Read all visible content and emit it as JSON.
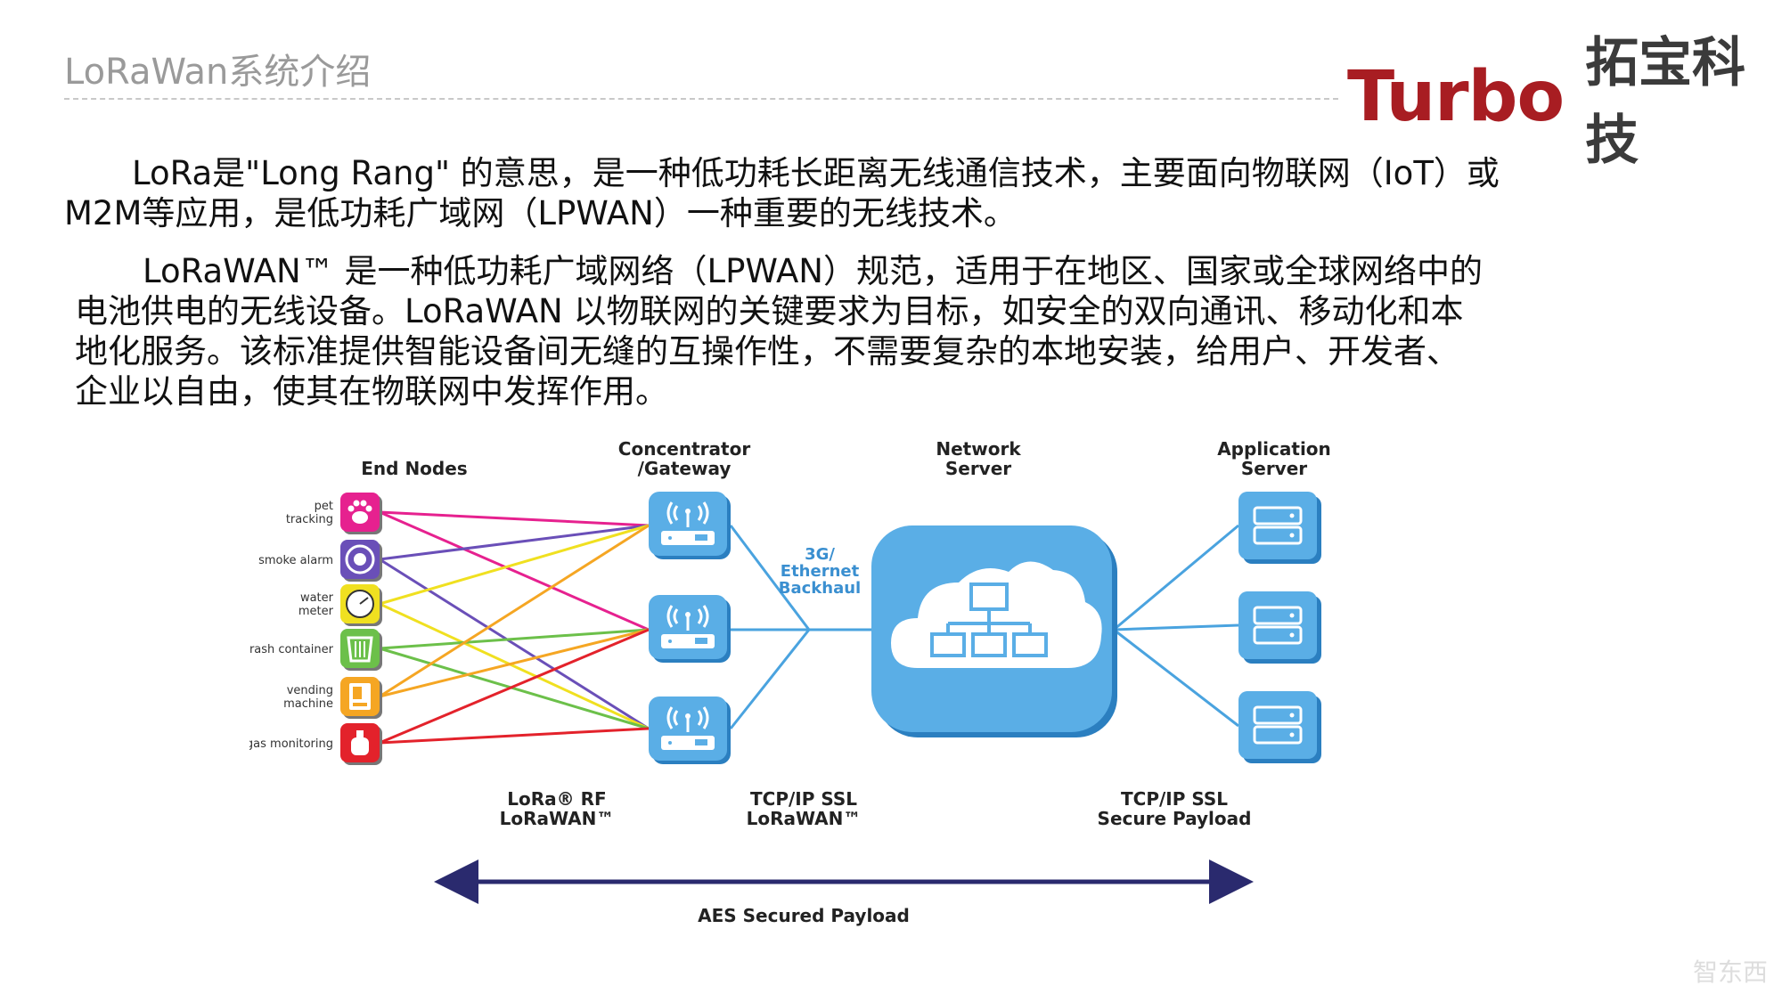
{
  "slide": {
    "title": "LoRaWan系统介绍"
  },
  "logo": {
    "brand_en": "Turbo",
    "brand_cn": "拓宝科技"
  },
  "paragraphs": {
    "p1_l1": "LoRa是\"Long Rang\" 的意思，是一种低功耗长距离无线通信技术，主要面向物联网（IoT）或",
    "p1_l2": "M2M等应用，是低功耗广域网（LPWAN）一种重要的无线技术。",
    "p2_l1": "LoRaWAN™ 是一种低功耗广域网络（LPWAN）规范，适用于在地区、国家或全球网络中的",
    "p2_l2": "电池供电的无线设备。LoRaWAN 以物联网的关键要求为目标，如安全的双向通讯、移动化和本",
    "p2_l3": "地化服务。该标准提供智能设备间无缝的互操作性，不需要复杂的本地安装，给用户、开发者、",
    "p2_l4": "企业以自由，使其在物联网中发挥作用。"
  },
  "diagram": {
    "headers": {
      "end_nodes": "End Nodes",
      "concentrator_l1": "Concentrator",
      "concentrator_l2": "/Gateway",
      "network_l1": "Network",
      "network_l2": "Server",
      "application_l1": "Application",
      "application_l2": "Server"
    },
    "nodes": [
      {
        "label_l1": "pet",
        "label_l2": "tracking",
        "color": "#e6218f",
        "icon": "paw-icon"
      },
      {
        "label_l1": "smoke alarm",
        "label_l2": "",
        "color": "#6a4fb8",
        "icon": "smoke-detector-icon"
      },
      {
        "label_l1": "water",
        "label_l2": "meter",
        "color": "#f0e020",
        "icon": "gauge-icon"
      },
      {
        "label_l1": "trash container",
        "label_l2": "",
        "color": "#6cc04a",
        "icon": "trash-icon"
      },
      {
        "label_l1": "vending",
        "label_l2": "machine",
        "color": "#f5a623",
        "icon": "vending-icon"
      },
      {
        "label_l1": "gas monitoring",
        "label_l2": "",
        "color": "#e3222b",
        "icon": "gas-cylinder-icon"
      }
    ],
    "backhaul": {
      "l1": "3G/",
      "l2": "Ethernet",
      "l3": "Backhaul"
    },
    "protocols": {
      "rf_l1": "LoRa® RF",
      "rf_l2": "LoRaWAN™",
      "tcp_l1": "TCP/IP SSL",
      "tcp_l2": "LoRaWAN™",
      "secure_l1": "TCP/IP SSL",
      "secure_l2": "Secure Payload"
    },
    "aes": "AES Secured Payload",
    "colors": {
      "device_blue": "#5aaee6",
      "device_dark": "#2b7fc0",
      "link_blue": "#4aa3df",
      "arrow": "#2a2a6e"
    }
  },
  "watermark": "智东西"
}
